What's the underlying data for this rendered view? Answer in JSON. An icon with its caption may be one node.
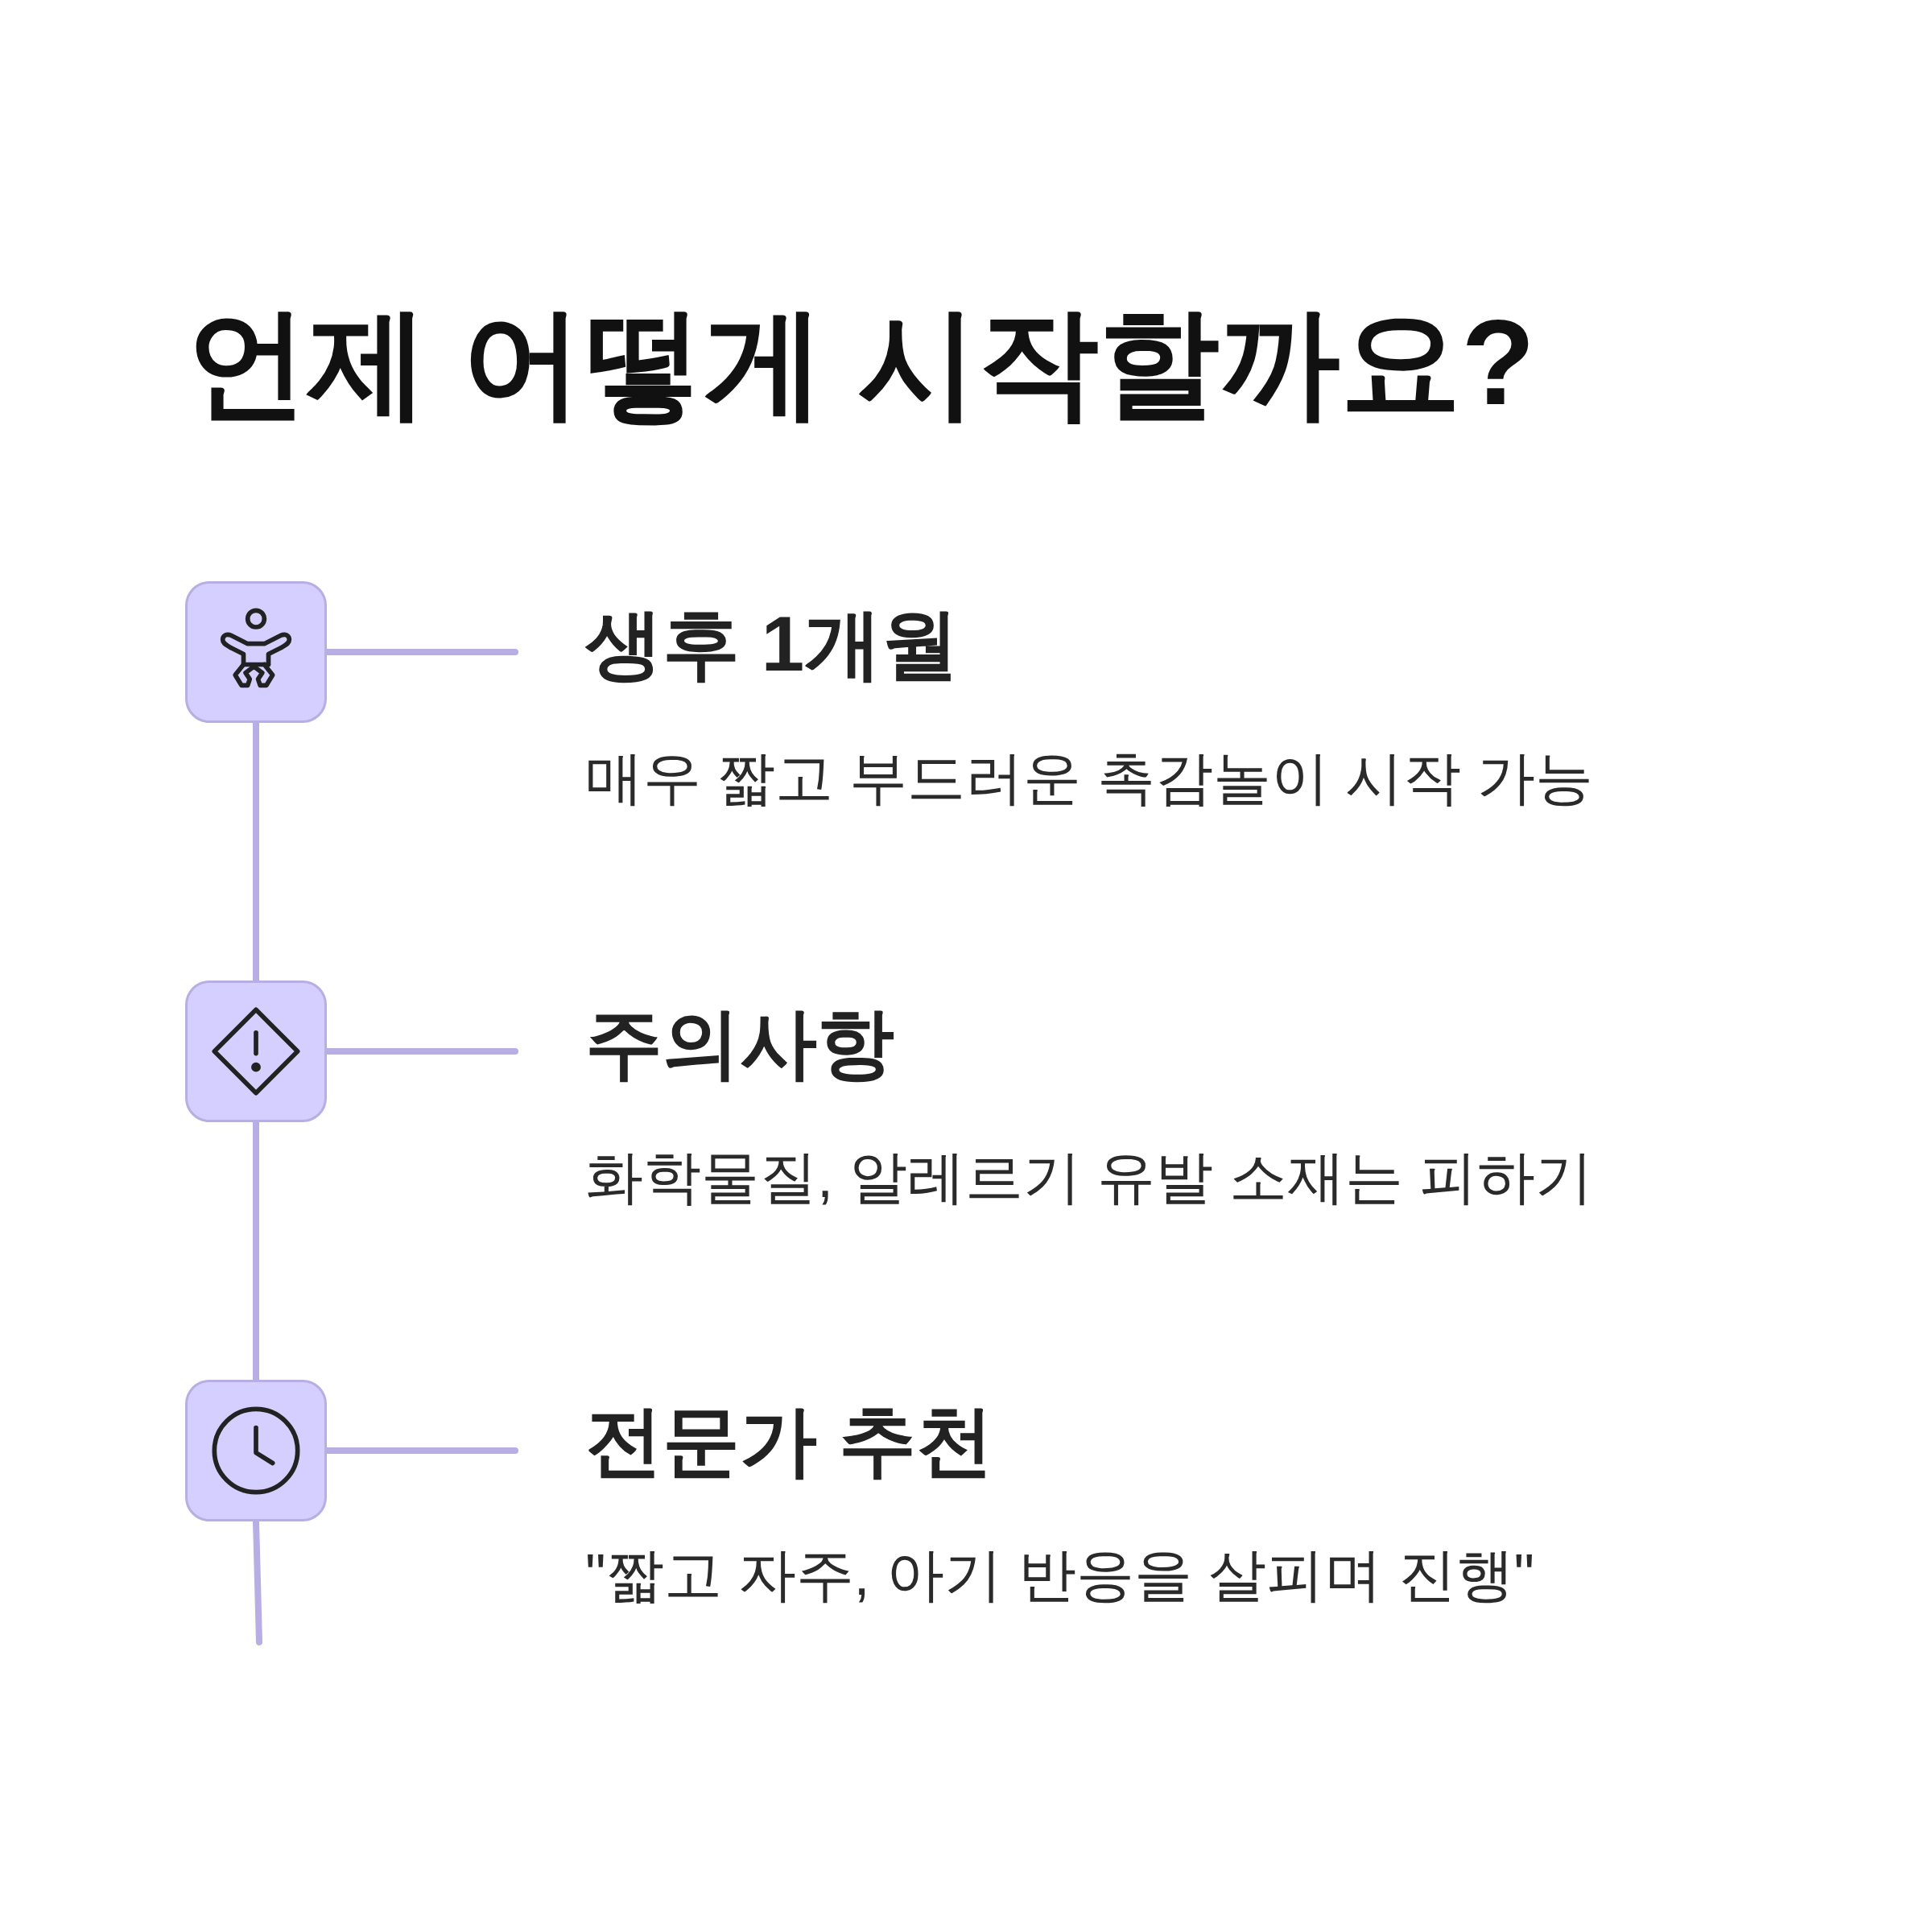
{
  "diagram": {
    "title": "언제 어떻게 시작할까요?",
    "nodes": [
      {
        "text": [],
        "shape": "box"
      },
      {
        "text": [
          "생후 1개월",
          "매우 짧고 부드러운 촉감놀이 시작 가능"
        ]
      },
      {
        "text": [],
        "shape": "box"
      },
      {
        "text": [
          "주의사항",
          "화학물질, 알레르기 유발 소재는 피하기"
        ]
      },
      {
        "text": [],
        "shape": "box"
      },
      {
        "text": [
          "전문가 추천",
          "\"짧고 자주, 아기 반응을 살피며 진행\""
        ]
      }
    ],
    "edges": [
      {
        "from": 0,
        "to": 1,
        "arrow": "none"
      },
      {
        "from": 0,
        "to": 2,
        "arrow": "none"
      },
      {
        "from": 2,
        "to": 3,
        "arrow": "none"
      },
      {
        "from": 2,
        "to": 4,
        "arrow": "none"
      },
      {
        "from": 4,
        "to": 5,
        "arrow": "none"
      },
      {
        "from": 4,
        "to": null,
        "arrow": "none"
      }
    ]
  }
}
